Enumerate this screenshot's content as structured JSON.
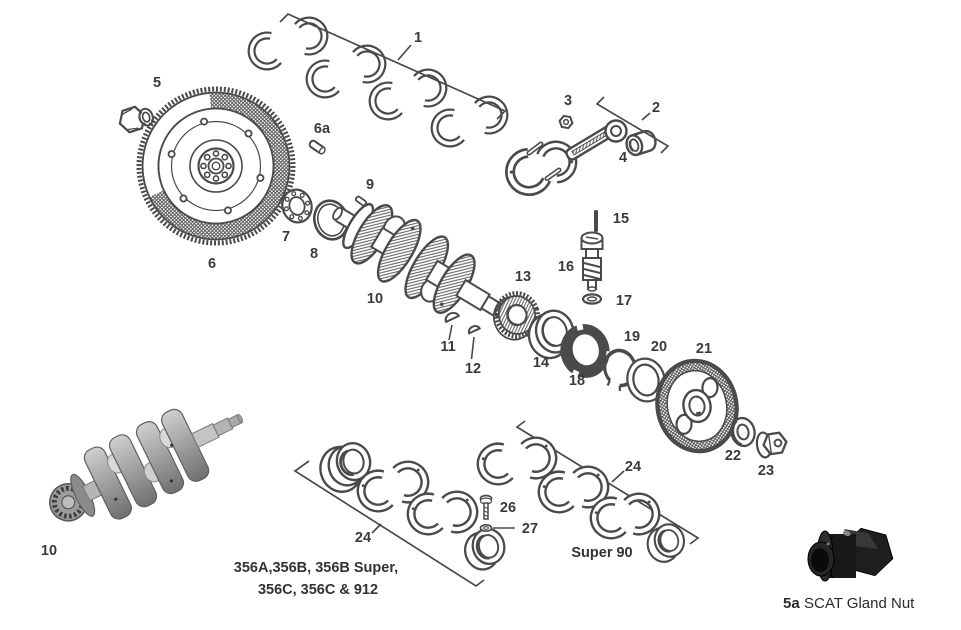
{
  "colors": {
    "line": "#4a4a4a",
    "label": "#3a3a3a"
  },
  "labels": {
    "l1": "1",
    "l2": "2",
    "l3": "3",
    "l4": "4",
    "l5": "5",
    "l6": "6",
    "l6a": "6a",
    "l7": "7",
    "l8": "8",
    "l9": "9",
    "l10": "10",
    "l10_photo": "10",
    "l11": "11",
    "l12": "12",
    "l13": "13",
    "l14": "14",
    "l15": "15",
    "l16": "16",
    "l17": "17",
    "l18": "18",
    "l19": "19",
    "l20": "20",
    "l21": "21",
    "l22": "22",
    "l23": "23",
    "l24_set1": "24",
    "l24_super90": "24",
    "l26": "26",
    "l27": "27"
  },
  "captions": {
    "set1_line1": "356A,356B, 356B Super,",
    "set1_line2": "356C, 356C & 912",
    "super90": "Super 90",
    "gland_id": "5a",
    "gland_name": "SCAT Gland Nut"
  }
}
